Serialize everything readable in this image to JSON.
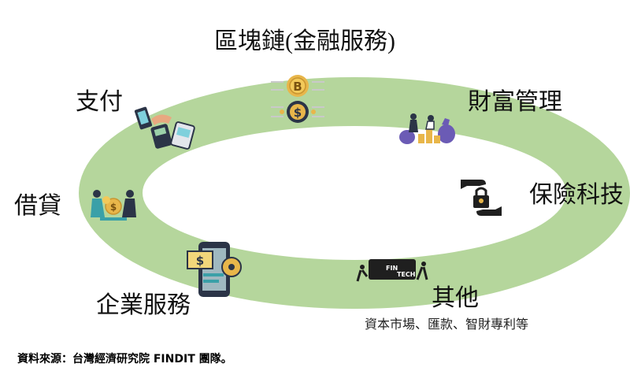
{
  "diagram": {
    "center_title": "區塊鏈(金融服務)",
    "segments": [
      {
        "key": "payment",
        "label": "支付",
        "icon": "payment-terminal-icon"
      },
      {
        "key": "wealth",
        "label": "財富管理",
        "icon": "investors-coins-icon"
      },
      {
        "key": "lending",
        "label": "借貸",
        "icon": "coin-exchange-people-icon"
      },
      {
        "key": "insurance",
        "label": "保險科技",
        "icon": "hands-lock-icon"
      },
      {
        "key": "enterprise",
        "label": "企業服務",
        "icon": "phone-gear-dollar-icon"
      },
      {
        "key": "other",
        "label": "其他",
        "icon": "fintech-puzzle-icon",
        "sublabel": "資本市場、匯款、智財專利等"
      }
    ],
    "center_icon": "bitcoin-dollar-coins-icon"
  },
  "footer": {
    "source": "資料來源：台灣經濟研究院 FINDIT 團隊。"
  },
  "colors": {
    "ring": "#b5d69c",
    "ring_stroke": "#a9cc8f",
    "coin": "#e8b64a",
    "dark": "#2b3447",
    "teal": "#3aa0a8",
    "purple": "#6b5bb5"
  }
}
